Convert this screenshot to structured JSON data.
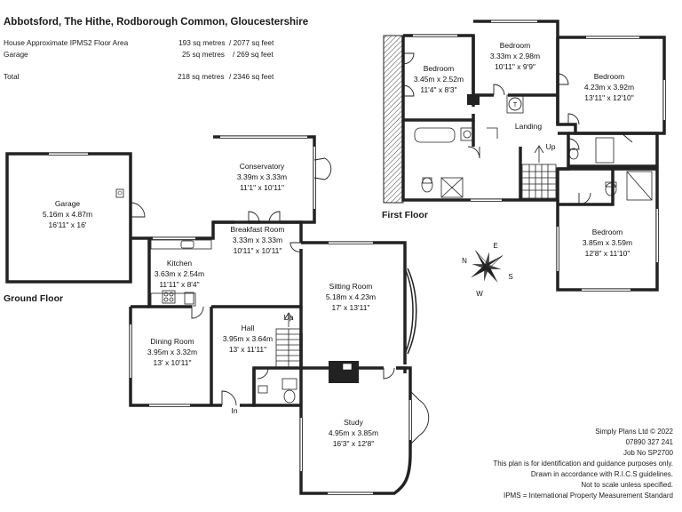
{
  "title": "Abbotsford, The Hithe, Rodborough Common, Gloucestershire",
  "areas": [
    {
      "label": "House Approximate IPMS2 Floor Area",
      "metres": "193 sq metres",
      "feet": "2077 sq feet"
    },
    {
      "label": "Garage",
      "metres": "25 sq metres",
      "feet": "269 sq feet"
    },
    {
      "label": "Total",
      "metres": "218 sq metres",
      "feet": "2346 sq feet"
    }
  ],
  "floors": {
    "ground": "Ground Floor",
    "first": "First Floor"
  },
  "rooms": {
    "garage": [
      "Garage",
      "5.16m x 4.87m",
      "16'11\" x 16'"
    ],
    "conservatory": [
      "Conservatory",
      "3.39m x 3.33m",
      "11'1\" x 10'11\""
    ],
    "kitchen": [
      "Kitchen",
      "3.63m x 2.54m",
      "11'11\" x 8'4\""
    ],
    "breakfast": [
      "Breakfast Room",
      "3.33m x 3.33m",
      "10'11\" x 10'11\""
    ],
    "sitting": [
      "Sitting Room",
      "5.18m x 4.23m",
      "17' x 13'11\""
    ],
    "dining": [
      "Dining Room",
      "3.95m x 3.32m",
      "13' x 10'11\""
    ],
    "hall": [
      "Hall",
      "3.95m x 3.64m",
      "13' x 11'11\""
    ],
    "study": [
      "Study",
      "4.95m x 3.85m",
      "16'3\" x 12'8\""
    ],
    "bed1": [
      "Bedroom",
      "3.45m x 2.52m",
      "11'4\" x 8'3\""
    ],
    "bed2": [
      "Bedroom",
      "3.33m x 2.98m",
      "10'11\" x 9'9\""
    ],
    "bed3": [
      "Bedroom",
      "4.23m x 3.92m",
      "13'11\" x 12'10\""
    ],
    "bed4": [
      "Bedroom",
      "3.85m x 3.59m",
      "12'8\" x 11'10\""
    ]
  },
  "labels": {
    "up_ground": "Up",
    "up_first": "Up",
    "in": "In",
    "landing": "Landing",
    "tank": "T"
  },
  "compass": [
    "N",
    "E",
    "S",
    "W"
  ],
  "footer": [
    "Simply Plans Ltd © 2022",
    "07890 327 241",
    "Job No SP2700",
    "This plan is for identification and guidance purposes only.",
    "Drawn in accordance with R.I.C.S guidelines.",
    "Not to scale unless specified.",
    "IPMS = International Property Measurement Standard"
  ]
}
